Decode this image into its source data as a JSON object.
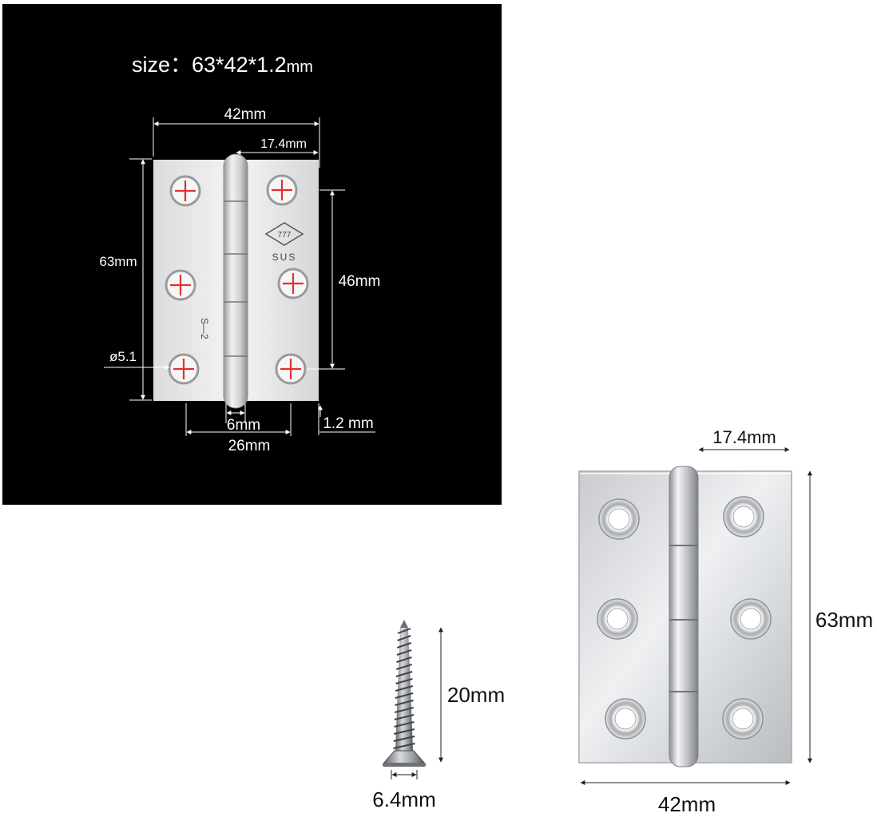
{
  "top_panel": {
    "size_title": "size：63*42*1.2",
    "size_unit": "mm",
    "dim_width": "42mm",
    "dim_leaf_top": "17.4mm",
    "dim_height": "63mm",
    "dim_hole_span": "46mm",
    "dim_hole_dia": "ø5.1",
    "dim_knuckle": "6mm",
    "dim_thickness": "1.2 mm",
    "dim_bottom_span": "26mm",
    "stamp_number": "777",
    "stamp_material": "SUS",
    "stamp_model": "S—2"
  },
  "photo": {
    "dim_leaf": "17.4mm",
    "dim_height": "63mm",
    "dim_width": "42mm"
  },
  "screw": {
    "dim_length": "20mm",
    "dim_head": "6.4mm"
  },
  "colors": {
    "panel_bg": "#000000",
    "plate": "#e9e9e9",
    "dimension_line": "#ffffff",
    "screw_cross": "#e03030",
    "photo_metal": "#d4d6d9"
  }
}
